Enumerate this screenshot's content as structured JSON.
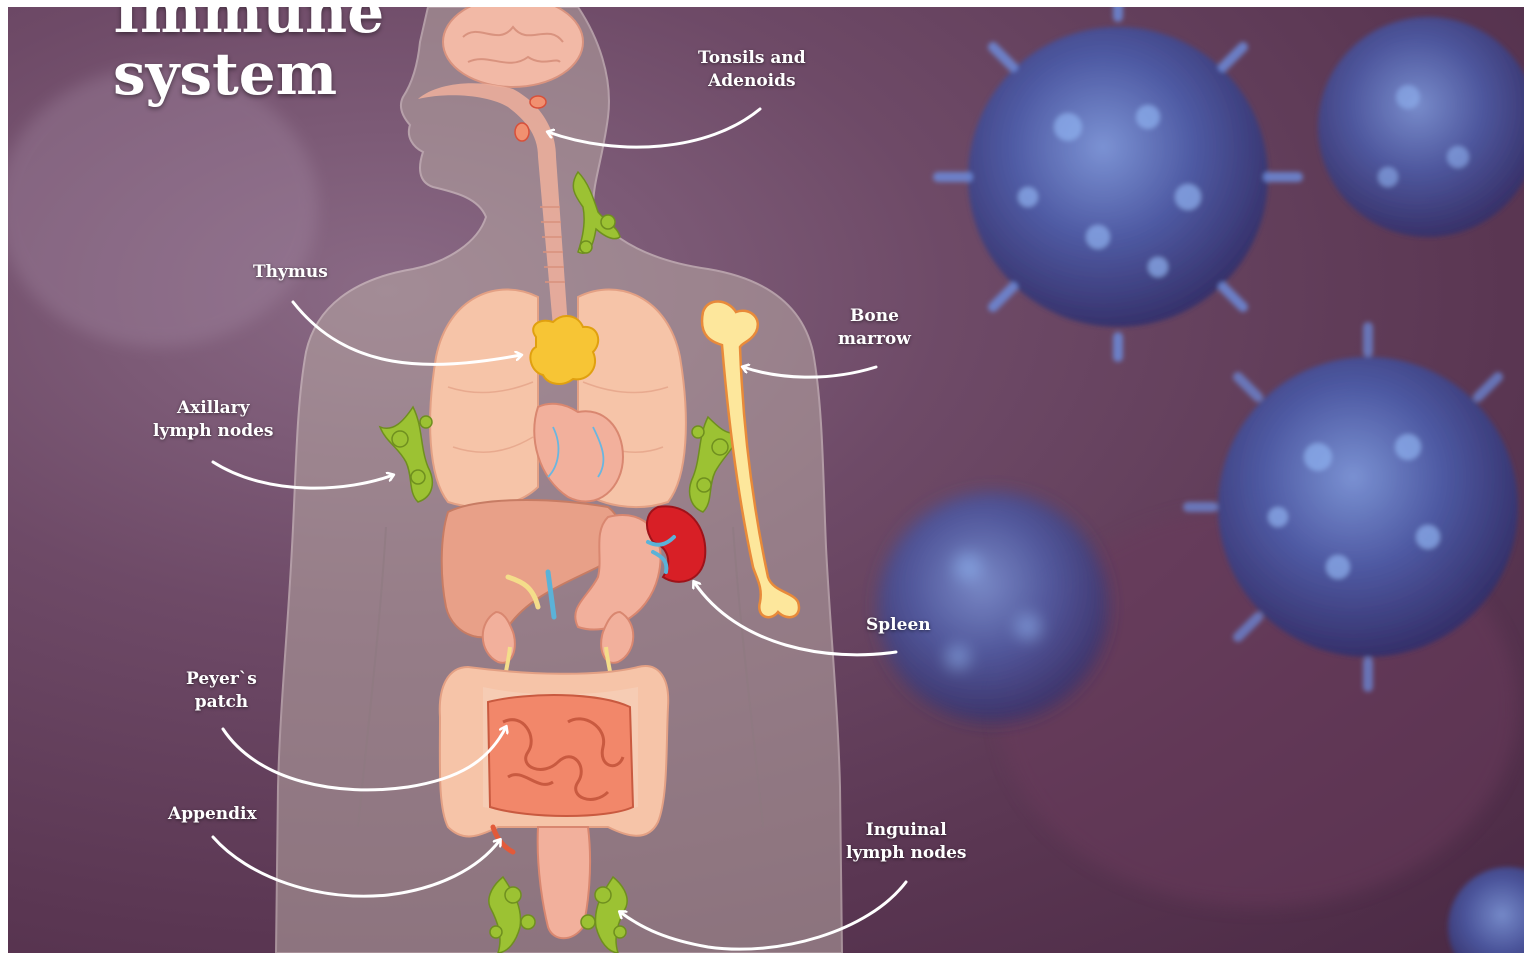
{
  "title": {
    "line1": "Immune",
    "line2": "system"
  },
  "labels": {
    "tonsils": {
      "line1": "Tonsils and",
      "line2": "Adenoids"
    },
    "thymus": {
      "line1": "Thymus"
    },
    "bone_marrow": {
      "line1": "Bone",
      "line2": "marrow"
    },
    "axillary": {
      "line1": "Axillary",
      "line2": "lymph nodes"
    },
    "spleen": {
      "line1": "Spleen"
    },
    "peyers": {
      "line1": "Peyer`s",
      "line2": "patch"
    },
    "appendix": {
      "line1": "Appendix"
    },
    "inguinal": {
      "line1": "Inguinal",
      "line2": "lymph nodes"
    }
  },
  "colors": {
    "background": "#5a3652",
    "body_silhouette": "#b8a8a4",
    "organ": "#f6c4a8",
    "lymph_node": "#9cc233",
    "thymus": "#f7c535",
    "spleen": "#d81f26",
    "bone": "#fde79c",
    "intestine": "#f2876a",
    "virus": "#4b5fb0",
    "arrow": "#ffffff"
  }
}
